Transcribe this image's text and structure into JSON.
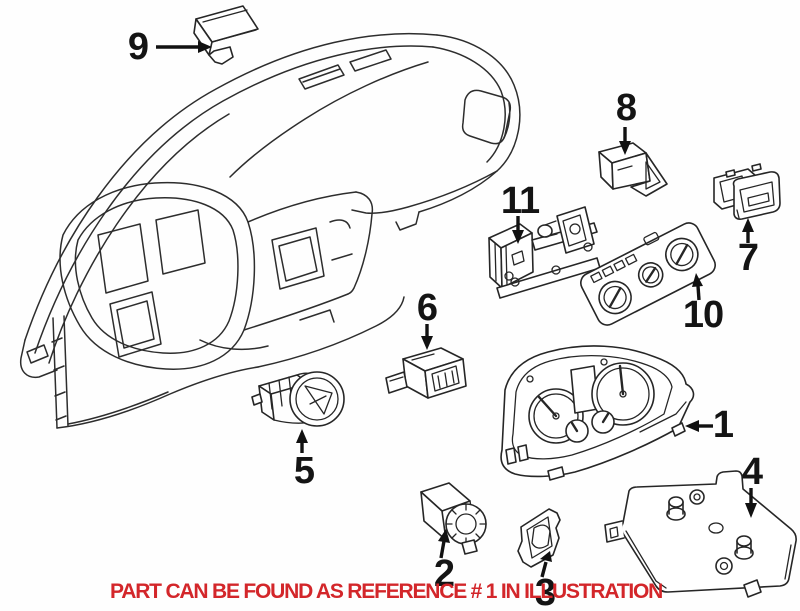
{
  "caption": {
    "text": "PART CAN BE FOUND AS REFERENCE # 1 IN ILLUSTRATION",
    "color": "#d3262a"
  },
  "callouts": [
    {
      "number": "1"
    },
    {
      "number": "2"
    },
    {
      "number": "3"
    },
    {
      "number": "4"
    },
    {
      "number": "5"
    },
    {
      "number": "6"
    },
    {
      "number": "7"
    },
    {
      "number": "8"
    },
    {
      "number": "9"
    },
    {
      "number": "10"
    },
    {
      "number": "11"
    }
  ],
  "colors": {
    "background": "#fefefe",
    "line_art": "#2d2d2d",
    "label_text": "#141414",
    "caption_red": "#d3262a"
  }
}
